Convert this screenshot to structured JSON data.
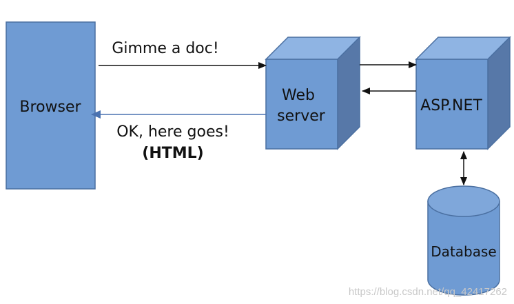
{
  "nodes": {
    "browser": {
      "label": "Browser"
    },
    "web_server": {
      "label_line1": "Web",
      "label_line2": "server"
    },
    "aspnet": {
      "label": "ASP.NET"
    },
    "database": {
      "label": "Database"
    }
  },
  "edges": {
    "request": {
      "label": "Gimme a doc!"
    },
    "response": {
      "label_line1": "OK, here goes!",
      "label_line2": "(HTML)"
    }
  },
  "watermark": {
    "text": "https://blog.csdn.net/qq_42417262"
  },
  "colors": {
    "box_fill": "#6f9bd3",
    "box_side": "#5778a8",
    "box_top": "#8fb4e3",
    "box_stroke": "#4a6fa0",
    "response_arrow": "#4a72b0",
    "request_arrow": "#111111"
  }
}
